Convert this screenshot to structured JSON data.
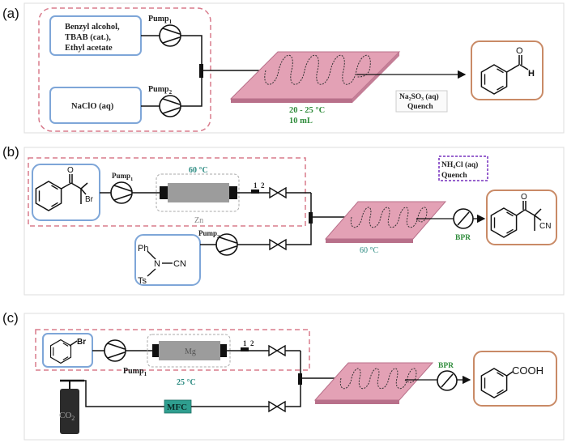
{
  "panels": [
    {
      "label": "(a)",
      "reagent1": [
        "Benzyl alcohol,",
        "TBAB (cat.),",
        "Ethyl acetate"
      ],
      "reagent2": "NaClO (aq)",
      "pump1": "Pump",
      "pump1_sub": "1",
      "pump2": "Pump",
      "pump2_sub": "2",
      "reactor_temp": "20 - 25 °C",
      "reactor_volume": "10 mL",
      "quench_line1": "Na₂SO₃ (aq)",
      "quench_line2": "Quench",
      "product": "benzaldehyde",
      "product_labels": {
        "o": "O",
        "h": "H"
      }
    },
    {
      "label": "(b)",
      "reagent1": "2-bromo-2-methyl-1-phenylpropan-1-one",
      "reagent1_atoms": {
        "o": "O",
        "br": "Br"
      },
      "reagent2_atoms": {
        "ph": "Ph",
        "n": "N",
        "cn": "CN",
        "ts": "Ts"
      },
      "pump1": "Pump",
      "pump1_sub": "1",
      "pump2": "Pump",
      "pump2_sub": "2",
      "column_temp": "60 °C",
      "column_metal": "Zn",
      "valve_labels": [
        "1",
        "2"
      ],
      "reactor_temp": "60 °C",
      "quench_line1": "NH₄Cl (aq)",
      "quench_line2": "Quench",
      "bpr": "BPR",
      "product_atoms": {
        "o": "O",
        "cn": "CN"
      }
    },
    {
      "label": "(c)",
      "reagent1_atoms": {
        "br": "Br"
      },
      "pump1": "Pump",
      "pump1_sub": "1",
      "column_metal": "Mg",
      "column_temp": "25 °C",
      "valve_labels": [
        "1",
        "2"
      ],
      "gas": "CO",
      "gas_sub": "2",
      "mfc": "MFC",
      "bpr": "BPR",
      "product_group": "COOH"
    }
  ],
  "colors": {
    "reagent_border": "#7ea6d8",
    "product_border": "#c98a66",
    "dash_red": "#d87b8c",
    "dash_purple": "#8a4fc8",
    "reactor": "#e3a1b5",
    "reactor_edge": "#b8708a",
    "column": "#9c9c9c",
    "mfc": "#2f9e8f",
    "green_text": "#2e8b3a"
  }
}
